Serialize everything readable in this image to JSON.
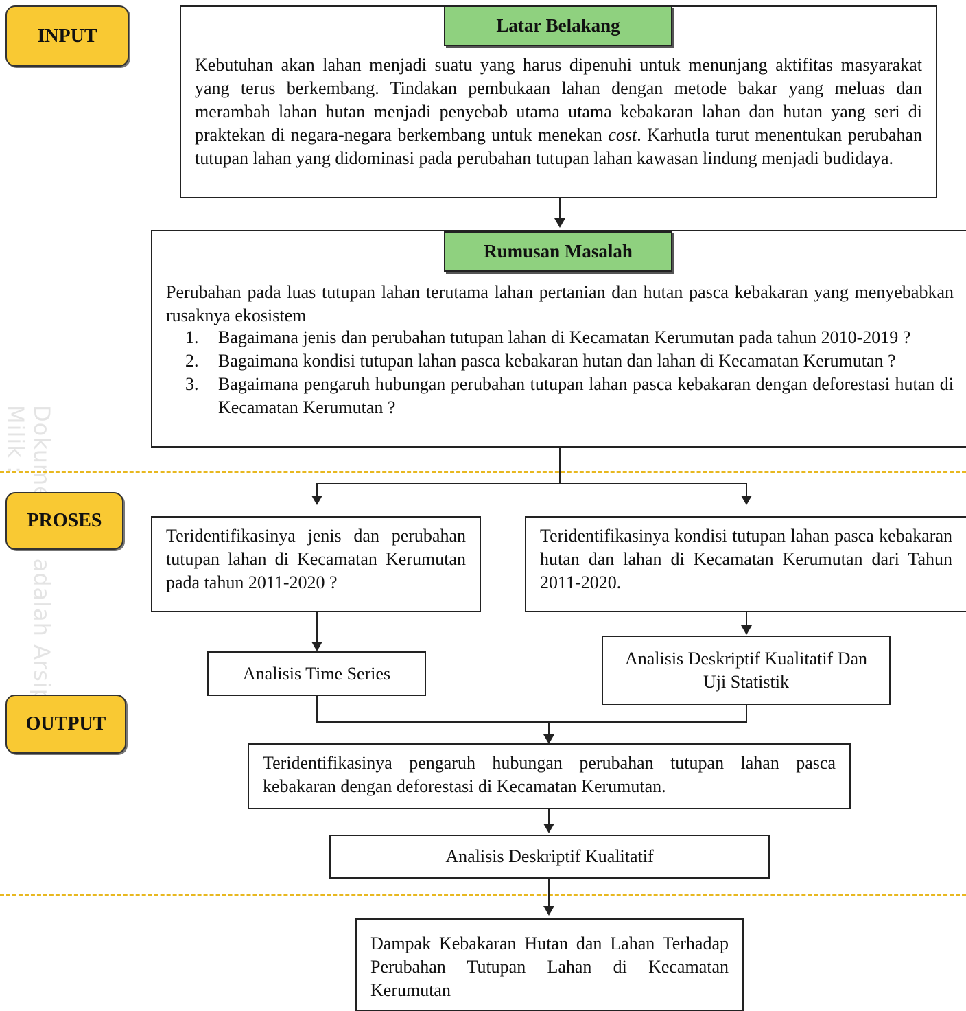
{
  "stages": {
    "input": "INPUT",
    "proses": "PROSES",
    "output": "OUTPUT"
  },
  "latar_belakang": {
    "title": "Latar Belakang",
    "text_1": "Kebutuhan akan lahan menjadi suatu yang harus dipenuhi untuk menunjang aktifitas masyarakat yang terus berkembang. Tindakan pembukaan lahan dengan metode bakar yang meluas dan merambah lahan hutan menjadi penyebab utama utama kebakaran lahan dan hutan yang seri di praktekan di negara-negara berkembang untuk menekan ",
    "text_italic": "cost",
    "text_2": ". Karhutla turut menentukan perubahan tutupan lahan yang didominasi pada perubahan tutupan lahan kawasan lindung menjadi budidaya."
  },
  "rumusan_masalah": {
    "title": "Rumusan Masalah",
    "intro": "Perubahan pada luas tutupan lahan terutama lahan pertanian dan hutan pasca kebakaran yang menyebabkan rusaknya ekosistem",
    "items": [
      {
        "num": "1.",
        "text": "Bagaimana jenis dan perubahan tutupan lahan di Kecamatan Kerumutan pada tahun 2010-2019 ?"
      },
      {
        "num": "2.",
        "text": "Bagaimana kondisi tutupan lahan pasca kebakaran hutan dan lahan di Kecamatan Kerumutan ?"
      },
      {
        "num": "3.",
        "text": "Bagaimana pengaruh hubungan perubahan tutupan lahan pasca kebakaran dengan deforestasi hutan di Kecamatan Kerumutan ?"
      }
    ]
  },
  "proses": {
    "left_box": "Teridentifikasinya jenis dan perubahan tutupan lahan di Kecamatan Kerumutan pada tahun 2011-2020 ?",
    "right_box": "Teridentifikasinya kondisi tutupan lahan pasca kebakaran hutan dan lahan di Kecamatan Kerumutan dari Tahun 2011-2020.",
    "left_method": "Analisis Time Series",
    "right_method": "Analisis Deskriptif Kualitatif Dan Uji Statistik",
    "combined_box": "Teridentifikasinya pengaruh hubungan perubahan tutupan lahan pasca kebakaran dengan deforestasi di Kecamatan Kerumutan.",
    "combined_method": "Analisis Deskriptif Kualitatif"
  },
  "output": {
    "text": "Dampak Kebakaran Hutan dan Lahan Terhadap Perubahan Tutupan Lahan di Kecamatan Kerumutan"
  },
  "watermark": {
    "text": "Dokumen ini adalah Arsip Milik :"
  },
  "colors": {
    "stage_fill": "#f9c933",
    "title_fill": "#8fd17f",
    "divider": "#e8b820"
  }
}
